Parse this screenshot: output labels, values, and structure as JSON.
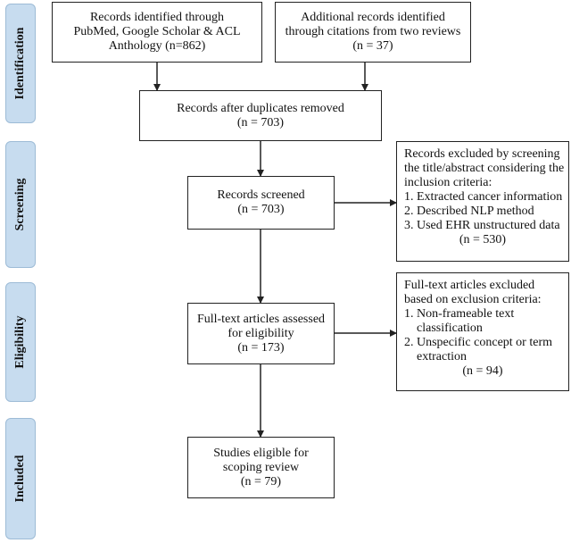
{
  "stages": [
    {
      "label": "Identification"
    },
    {
      "label": "Screening"
    },
    {
      "label": "Eligibility"
    },
    {
      "label": "Included"
    }
  ],
  "boxes": {
    "records_identified": {
      "lines": [
        "Records identified through",
        "PubMed, Google Scholar & ACL",
        "Anthology (n=862)"
      ]
    },
    "additional_records": {
      "lines": [
        "Additional records identified",
        "through citations from two reviews",
        "(n = 37)"
      ]
    },
    "after_duplicates": {
      "lines": [
        "Records after duplicates removed",
        "(n = 703)"
      ]
    },
    "records_screened": {
      "lines": [
        "Records screened",
        "(n = 703)"
      ]
    },
    "excluded_screening": {
      "lines": [
        "Records excluded by screening",
        "the title/abstract considering the",
        "inclusion criteria:",
        "1. Extracted cancer information",
        "2. Described NLP method",
        "3. Used EHR unstructured data",
        "(n = 530)"
      ]
    },
    "fulltext_assessed": {
      "lines": [
        "Full-text articles assessed",
        "for eligibility",
        "(n = 173)"
      ]
    },
    "fulltext_excluded": {
      "lines": [
        "Full-text articles excluded",
        "based on exclusion criteria:",
        "1. Non-frameable text",
        "classification",
        "2. Unspecific concept or term",
        "extraction"
      ],
      "count": "(n = 94)"
    },
    "studies_eligible": {
      "lines": [
        "Studies eligible for",
        "scoping review",
        "(n = 79)"
      ]
    }
  },
  "colors": {
    "stage_fill": "#c7dcef",
    "stage_border": "#9dbbd6",
    "line": "#222222"
  }
}
